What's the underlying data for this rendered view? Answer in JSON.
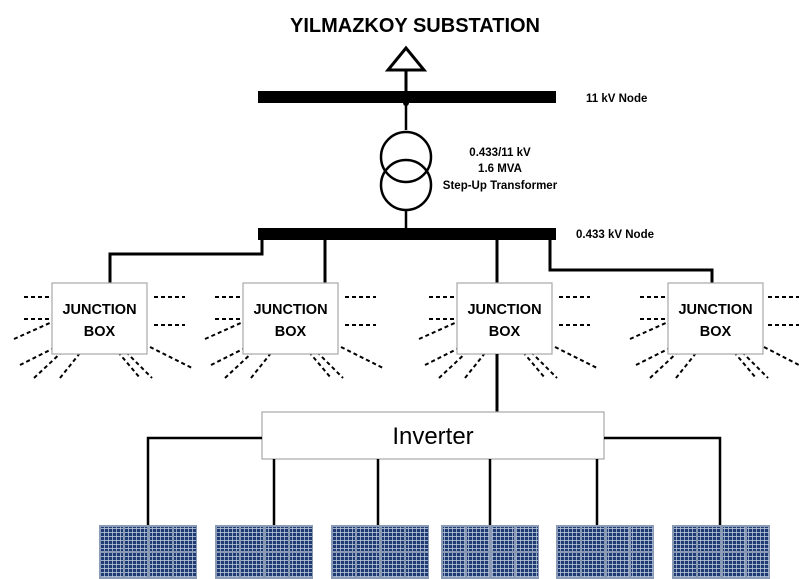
{
  "title": "YILMAZKOY SUBSTATION",
  "nodes": {
    "hv": "11 kV Node",
    "lv": "0.433 kV Node"
  },
  "transformer": {
    "ratio": "0.433/11 kV",
    "rating": "1.6 MVA",
    "type": "Step-Up Transformer"
  },
  "junction_boxes": [
    {
      "line1": "JUNCTION",
      "line2": "BOX"
    },
    {
      "line1": "JUNCTION",
      "line2": "BOX"
    },
    {
      "line1": "JUNCTION",
      "line2": "BOX"
    },
    {
      "line1": "JUNCTION",
      "line2": "BOX"
    }
  ],
  "inverter": "Inverter",
  "pv_panel_count": 6,
  "colors": {
    "line": "#000000",
    "box_border": "#a8a8a8",
    "panel_cell": "#1f3b73",
    "panel_frame": "#8b9ab5"
  }
}
